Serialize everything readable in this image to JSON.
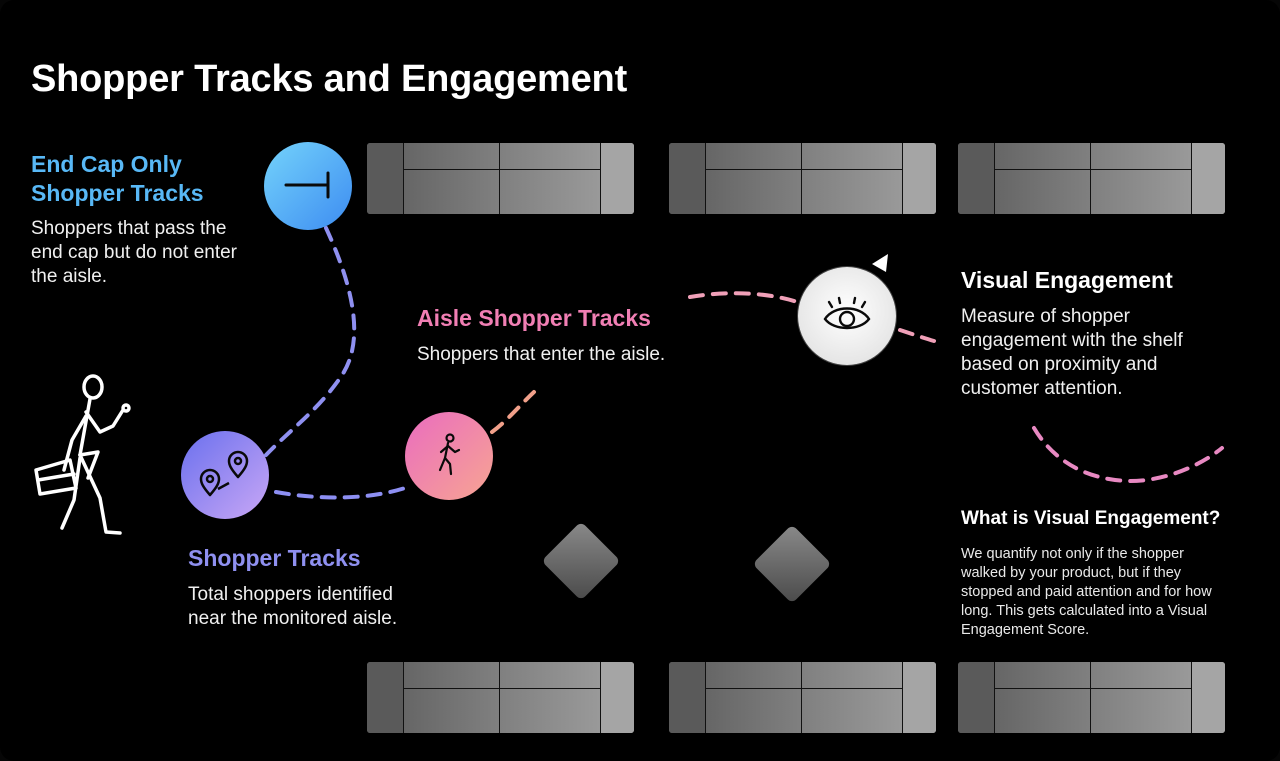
{
  "title": "Shopper Tracks and Engagement",
  "end_cap": {
    "heading_line1": "End Cap Only",
    "heading_line2": "Shopper Tracks",
    "desc_lines": [
      "Shoppers that pass the",
      "end cap but do not enter",
      "the aisle."
    ]
  },
  "aisle": {
    "heading": "Aisle Shopper Tracks",
    "desc": "Shoppers that enter the aisle."
  },
  "shopper": {
    "heading": "Shopper Tracks",
    "desc_lines": [
      "Total shoppers identified",
      "near the monitored aisle."
    ]
  },
  "visual": {
    "heading": "Visual Engagement",
    "desc_lines": [
      "Measure of shopper",
      "engagement with the shelf",
      "based on proximity and",
      "customer attention."
    ]
  },
  "what": {
    "heading": "What is Visual Engagement?",
    "desc_lines": [
      "We quantify not only if the shopper",
      "walked by your product, but if they",
      "stopped and paid attention and for how",
      "long. This gets calculated into a Visual",
      "Engagement Score."
    ]
  },
  "colors": {
    "end_cap": "#58b8f6",
    "aisle": "#f17fb4",
    "shopper": "#8f90f0",
    "visual": "#ffffff",
    "background": "#000000"
  },
  "icons": [
    "end-cap-icon",
    "eye-icon",
    "walking-person-icon",
    "location-pins-icon",
    "shopper-with-basket-icon"
  ]
}
